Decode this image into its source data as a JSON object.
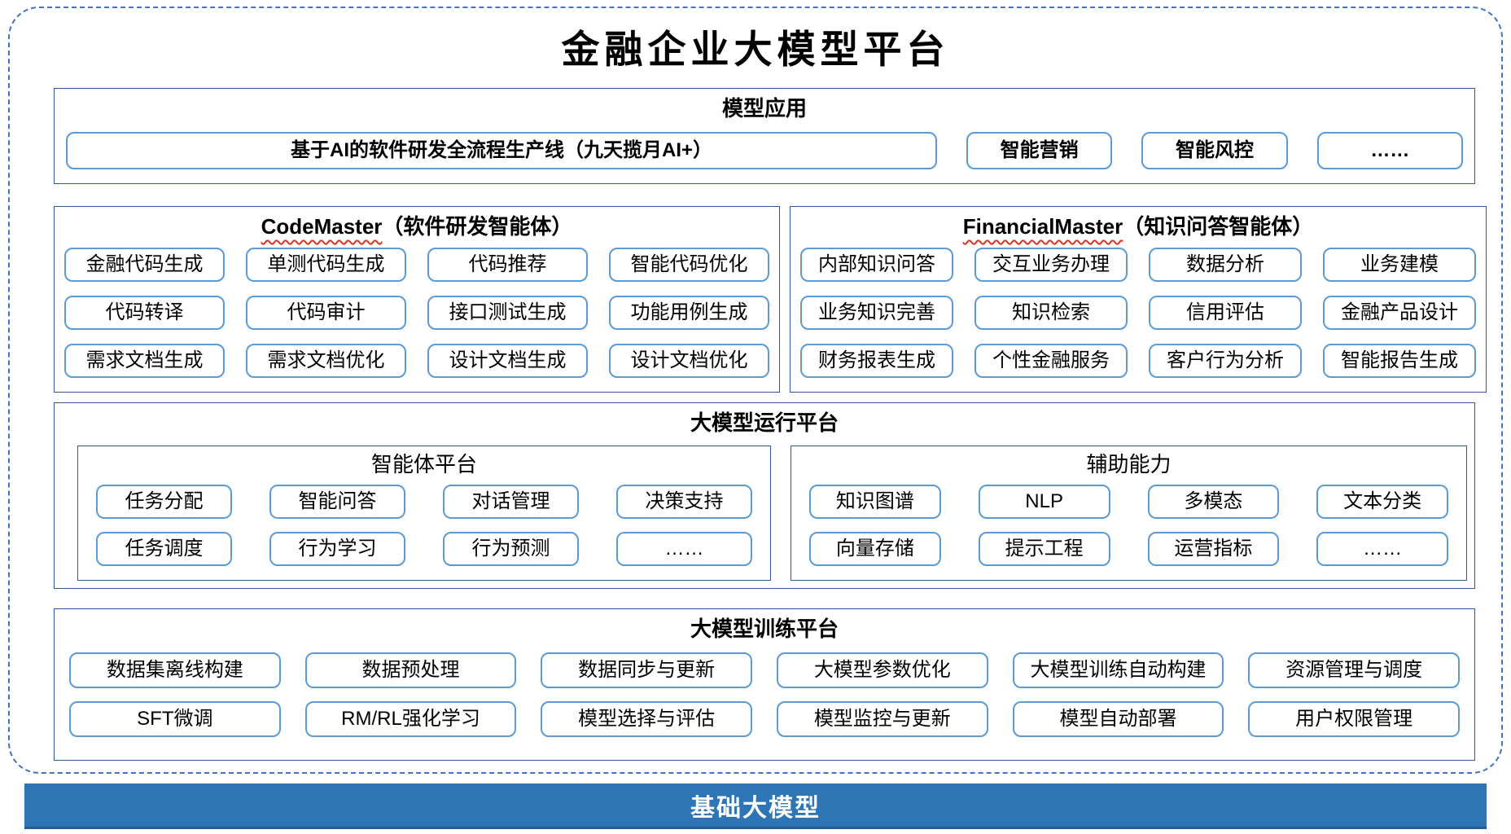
{
  "title": "金融企业大模型平台",
  "colors": {
    "outer_dashed_border": "#4472C4",
    "section_border": "#2E5B97",
    "box_border": "#5B9BD5",
    "foundation_bg": "#2E75B6",
    "spellcheck_squiggle": "#E0301E"
  },
  "model_app": {
    "header": "模型应用",
    "items": [
      "基于AI的软件研发全流程生产线（九天揽月AI+）",
      "智能营销",
      "智能风控",
      "……"
    ]
  },
  "code_master": {
    "header_en": "CodeMaster",
    "header_zh": "（软件研发智能体）",
    "items": [
      "金融代码生成",
      "单测代码生成",
      "代码推荐",
      "智能代码优化",
      "代码转译",
      "代码审计",
      "接口测试生成",
      "功能用例生成",
      "需求文档生成",
      "需求文档优化",
      "设计文档生成",
      "设计文档优化"
    ]
  },
  "financial_master": {
    "header_en": "FinancialMaster",
    "header_zh": "（知识问答智能体）",
    "items": [
      "内部知识问答",
      "交互业务办理",
      "数据分析",
      "业务建模",
      "业务知识完善",
      "知识检索",
      "信用评估",
      "金融产品设计",
      "财务报表生成",
      "个性金融服务",
      "客户行为分析",
      "智能报告生成"
    ]
  },
  "runtime": {
    "header": "大模型运行平台",
    "agent_platform": {
      "header": "智能体平台",
      "items": [
        "任务分配",
        "智能问答",
        "对话管理",
        "决策支持",
        "任务调度",
        "行为学习",
        "行为预测",
        "……"
      ]
    },
    "aux_capability": {
      "header": "辅助能力",
      "items": [
        "知识图谱",
        "NLP",
        "多模态",
        "文本分类",
        "向量存储",
        "提示工程",
        "运营指标",
        "……"
      ]
    }
  },
  "training": {
    "header": "大模型训练平台",
    "items": [
      "数据集离线构建",
      "数据预处理",
      "数据同步与更新",
      "大模型参数优化",
      "大模型训练自动构建",
      "资源管理与调度",
      "SFT微调",
      "RM/RL强化学习",
      "模型选择与评估",
      "模型监控与更新",
      "模型自动部署",
      "用户权限管理"
    ]
  },
  "foundation": {
    "label": "基础大模型"
  }
}
